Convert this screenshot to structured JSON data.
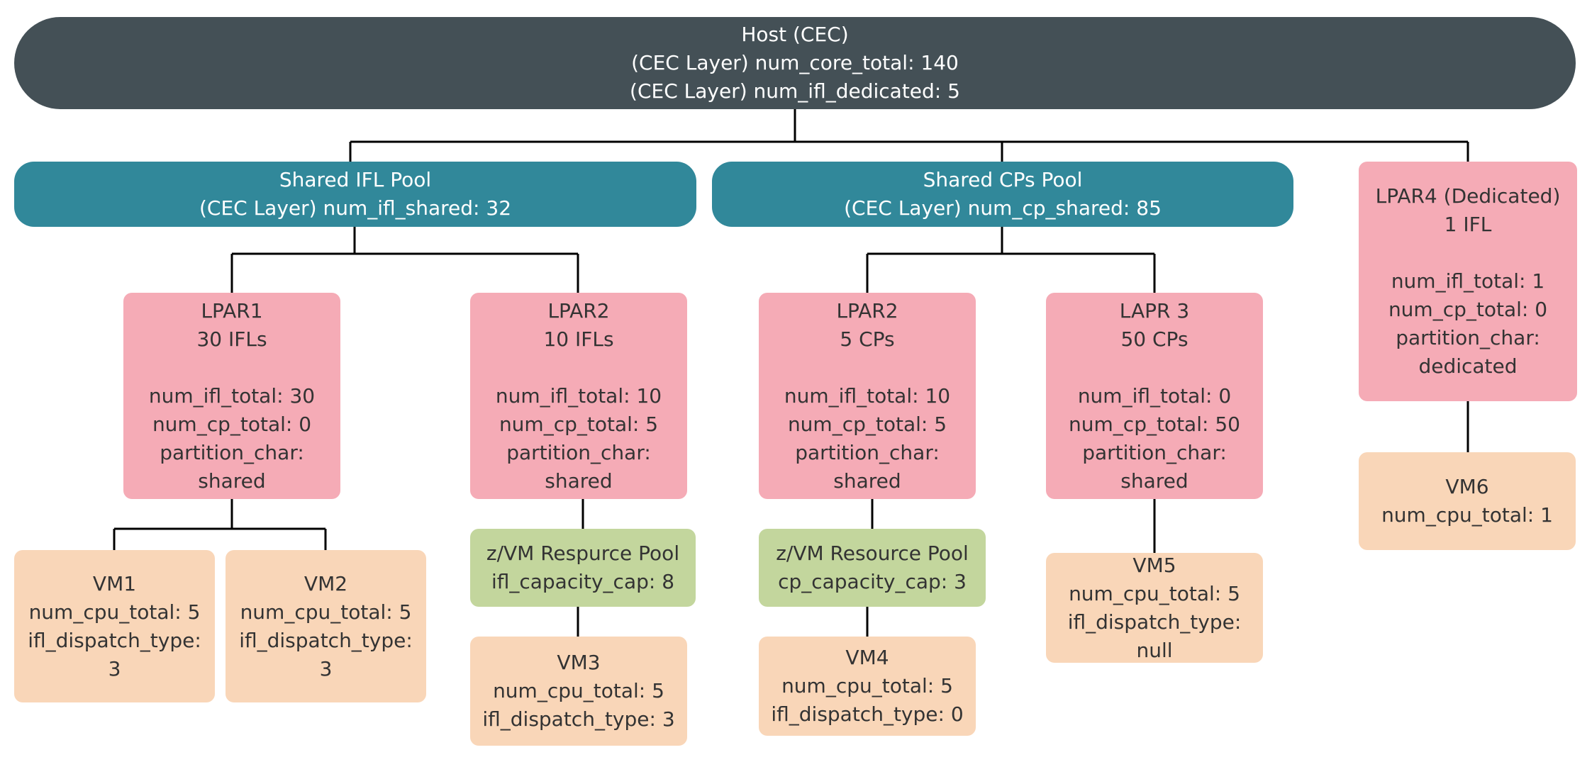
{
  "host": {
    "lines": [
      "Host (CEC)",
      "(CEC Layer) num_core_total: 140",
      "(CEC Layer) num_ifl_dedicated: 5"
    ]
  },
  "ifl_pool": {
    "lines": [
      "Shared IFL Pool",
      "(CEC Layer) num_ifl_shared: 32"
    ]
  },
  "cp_pool": {
    "lines": [
      "Shared CPs Pool",
      "(CEC Layer) num_cp_shared: 85"
    ]
  },
  "lpar4": {
    "title": [
      "LPAR4 (Dedicated)",
      "1 IFL"
    ],
    "details": [
      "num_ifl_total: 1",
      "num_cp_total: 0",
      "partition_char:",
      "dedicated"
    ]
  },
  "lpar1": {
    "title": [
      "LPAR1",
      "30 IFLs"
    ],
    "details": [
      "num_ifl_total: 30",
      "num_cp_total: 0",
      "partition_char:",
      "shared"
    ]
  },
  "lpar2_ifl": {
    "title": [
      "LPAR2",
      "10 IFLs"
    ],
    "details": [
      "num_ifl_total: 10",
      "num_cp_total: 5",
      "partition_char:",
      "shared"
    ]
  },
  "lpar2_cp": {
    "title": [
      "LPAR2",
      "5 CPs"
    ],
    "details": [
      "num_ifl_total: 10",
      "num_cp_total: 5",
      "partition_char:",
      "shared"
    ]
  },
  "lapr3": {
    "title": [
      "LAPR 3",
      "50 CPs"
    ],
    "details": [
      "num_ifl_total: 0",
      "num_cp_total: 50",
      "partition_char:",
      "shared"
    ]
  },
  "vm1": {
    "lines": [
      "VM1",
      "num_cpu_total: 5",
      "ifl_dispatch_type:",
      "3"
    ]
  },
  "vm2": {
    "lines": [
      "VM2",
      "num_cpu_total: 5",
      "ifl_dispatch_type:",
      "3"
    ]
  },
  "zvm_pool_ifl": {
    "lines": [
      "z/VM Respurce Pool",
      "ifl_capacity_cap: 8"
    ]
  },
  "vm3": {
    "lines": [
      "VM3",
      "num_cpu_total: 5",
      "ifl_dispatch_type: 3"
    ]
  },
  "zvm_pool_cp": {
    "lines": [
      "z/VM Resource Pool",
      "cp_capacity_cap: 3"
    ]
  },
  "vm4": {
    "lines": [
      "VM4",
      "num_cpu_total: 5",
      "ifl_dispatch_type: 0"
    ]
  },
  "vm5": {
    "lines": [
      "VM5",
      "num_cpu_total: 5",
      "ifl_dispatch_type:",
      "null"
    ]
  },
  "vm6": {
    "lines": [
      "VM6",
      "num_cpu_total: 1"
    ]
  },
  "colors": {
    "host": "#445056",
    "pool": "#31889a",
    "lpar": "#f5abb6",
    "vm": "#f9d6b8",
    "resource_pool": "#c3d69d",
    "connector": "#000000"
  }
}
